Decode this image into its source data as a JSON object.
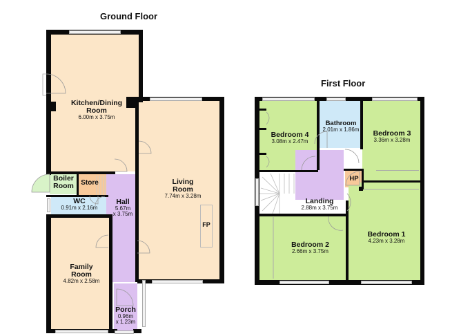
{
  "ground_floor": {
    "title": "Ground Floor",
    "rooms": {
      "kitchen": {
        "name": "Kitchen/Dining Room",
        "name_line1": "Kitchen/Dining",
        "name_line2": "Room",
        "dims": "6.00m x 3.75m"
      },
      "living": {
        "name": "Living Room",
        "name_line1": "Living",
        "name_line2": "Room",
        "dims": "7.74m x 3.28m"
      },
      "boiler": {
        "name": "Boiler Room",
        "name_line1": "Boiler",
        "name_line2": "Room"
      },
      "store": {
        "name": "Store"
      },
      "wc": {
        "name": "WC",
        "dims": "0.91m x 2.16m"
      },
      "hall": {
        "name": "Hall",
        "dims_line1": "5.67m",
        "dims_line2": "x 3.75m"
      },
      "family": {
        "name": "Family Room",
        "name_line1": "Family",
        "name_line2": "Room",
        "dims": "4.82m x 2.58m"
      },
      "porch": {
        "name": "Porch",
        "dims_line1": "0.96m",
        "dims_line2": "x 1.23m"
      },
      "fireplace": {
        "label": "FP"
      }
    }
  },
  "first_floor": {
    "title": "First Floor",
    "rooms": {
      "bed4": {
        "name": "Bedroom 4",
        "dims": "3.08m x 2.47m"
      },
      "bathroom": {
        "name": "Bathroom",
        "dims": "2.01m x 1.86m"
      },
      "bed3": {
        "name": "Bedroom 3",
        "dims": "3.36m x 3.28m"
      },
      "hp": {
        "name": "HP"
      },
      "landing": {
        "name": "Landing",
        "dims": "2.88m x 3.75m"
      },
      "bed2": {
        "name": "Bedroom 2",
        "dims": "2.66m x 3.75m"
      },
      "bed1": {
        "name": "Bedroom 1",
        "dims": "4.23m x 3.28m"
      }
    }
  },
  "colors": {
    "beige": "#fce6c8",
    "lavender": "#dcc0f0",
    "light_blue": "#cfe9f8",
    "light_green": "#d8f3c8",
    "green": "#cdec9a",
    "orange": "#f8c99a",
    "wall": "#0a0a0a"
  }
}
